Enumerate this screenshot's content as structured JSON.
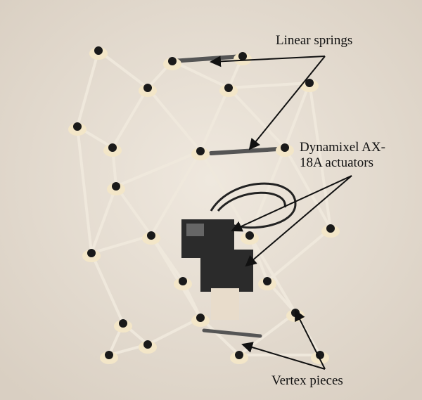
{
  "figure": {
    "labels": {
      "linear_springs": "Linear springs",
      "actuators_line1": "Dynamixel AX-",
      "actuators_line2": "18A actuators",
      "vertex_pieces": "Vertex pieces"
    },
    "colors": {
      "background": "#e9e1d6",
      "strut": "#efe8dc",
      "vertex": "#f3e6c8",
      "cap": "#1a1a1a",
      "actuator": "#2b2b2b",
      "annotation": "#111111"
    }
  }
}
